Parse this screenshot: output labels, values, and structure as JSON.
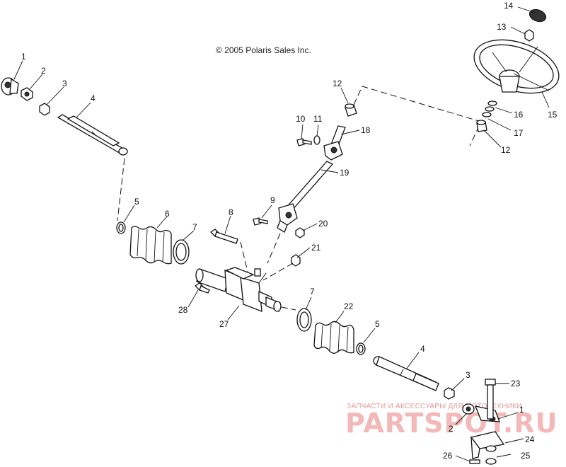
{
  "copyright": "© 2005 Polaris Sales Inc.",
  "watermark": {
    "tagline": "ЗАПЧАСТИ И АКСЕССУАРЫ ДЛЯ МОТОТЕХНИКИ",
    "brand": "PARTSPOT.RU"
  },
  "callouts": [
    {
      "id": "c1a",
      "label": "1"
    },
    {
      "id": "c2a",
      "label": "2"
    },
    {
      "id": "c3a",
      "label": "3"
    },
    {
      "id": "c4a",
      "label": "4"
    },
    {
      "id": "c5a",
      "label": "5"
    },
    {
      "id": "c6",
      "label": "6"
    },
    {
      "id": "c7a",
      "label": "7"
    },
    {
      "id": "c8",
      "label": "8"
    },
    {
      "id": "c9",
      "label": "9"
    },
    {
      "id": "c10",
      "label": "10"
    },
    {
      "id": "c11",
      "label": "11"
    },
    {
      "id": "c12a",
      "label": "12"
    },
    {
      "id": "c12b",
      "label": "12"
    },
    {
      "id": "c13",
      "label": "13"
    },
    {
      "id": "c14",
      "label": "14"
    },
    {
      "id": "c15",
      "label": "15"
    },
    {
      "id": "c16",
      "label": "16"
    },
    {
      "id": "c17",
      "label": "17"
    },
    {
      "id": "c18",
      "label": "18"
    },
    {
      "id": "c19",
      "label": "19"
    },
    {
      "id": "c20",
      "label": "20"
    },
    {
      "id": "c21",
      "label": "21"
    },
    {
      "id": "c22",
      "label": "22"
    },
    {
      "id": "c23",
      "label": "23"
    },
    {
      "id": "c24",
      "label": "24"
    },
    {
      "id": "c25",
      "label": "25"
    },
    {
      "id": "c26",
      "label": "26"
    },
    {
      "id": "c27",
      "label": "27"
    },
    {
      "id": "c28",
      "label": "28"
    },
    {
      "id": "c7b",
      "label": "7"
    },
    {
      "id": "c5b",
      "label": "5"
    },
    {
      "id": "c4b",
      "label": "4"
    },
    {
      "id": "c3b",
      "label": "3"
    },
    {
      "id": "c2b",
      "label": "2"
    },
    {
      "id": "c1b",
      "label": "1"
    }
  ]
}
